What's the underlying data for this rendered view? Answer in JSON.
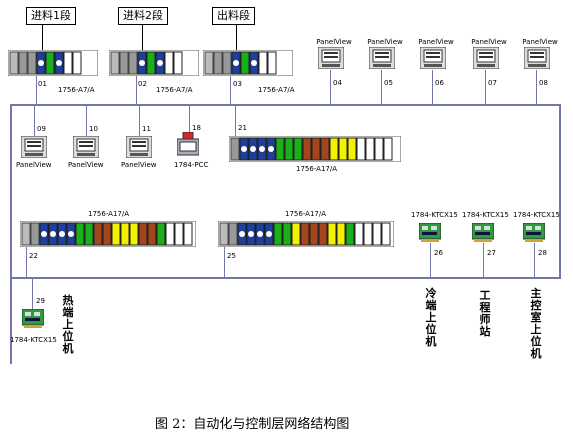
{
  "sections": [
    "进料1段",
    "进料2段",
    "出料段"
  ],
  "chassis_top": [
    {
      "num": "01",
      "model": "1756-A7/A"
    },
    {
      "num": "02",
      "model": "1756-A7/A"
    },
    {
      "num": "03",
      "model": "1756-A7/A"
    }
  ],
  "panelview_top": [
    {
      "title": "PanelView",
      "num": "04"
    },
    {
      "title": "PanelView",
      "num": "05"
    },
    {
      "title": "PanelView",
      "num": "06"
    },
    {
      "title": "PanelView",
      "num": "07"
    },
    {
      "title": "PanelView",
      "num": "08"
    }
  ],
  "panelview_mid": [
    {
      "num": "09",
      "label": "PanelView"
    },
    {
      "num": "10",
      "label": "PanelView"
    },
    {
      "num": "11",
      "label": "PanelView"
    }
  ],
  "pcc": {
    "num": "18",
    "label": "1784-PCC"
  },
  "chassis_mid": {
    "num": "21",
    "model": "1756-A17/A"
  },
  "chassis_low": [
    {
      "num": "22",
      "model": "1756-A17/A"
    },
    {
      "num": "25",
      "model": "1756-A17/A"
    }
  ],
  "ktcx": [
    {
      "num": "26",
      "model": "1784-KTCX15",
      "station": "冷端上位机"
    },
    {
      "num": "27",
      "model": "1784-KTCX15",
      "station": "工程师站"
    },
    {
      "num": "28",
      "model": "1784-KTCX15",
      "station": "主控室上位机"
    },
    {
      "num": "29",
      "model": "1784-KTCX15",
      "station": "热端上位机"
    }
  ],
  "caption": "图 2：自动化与控制层网络结构图",
  "colors": {
    "bus": "#6f78a8",
    "module_blue": "#1f3f9f",
    "module_green": "#19b019",
    "module_brown": "#a3461c",
    "module_yellow": "#f3f000"
  }
}
